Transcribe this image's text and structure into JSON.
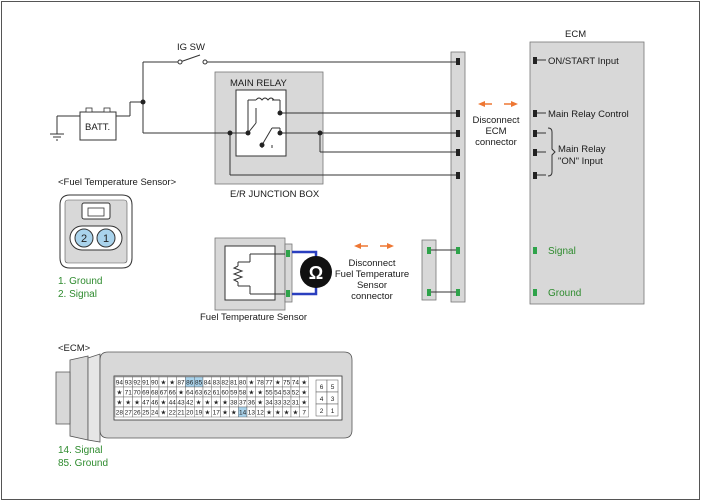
{
  "labels": {
    "ig_sw": "IG SW",
    "batt": "BATT.",
    "main_relay": "MAIN RELAY",
    "er_junction_box": "E/R JUNCTION BOX",
    "ecm_title": "ECM",
    "on_start_input": "ON/START Input",
    "main_relay_control": "Main Relay Control",
    "main_relay_on_input_1": "Main Relay",
    "main_relay_on_input_2": "\"ON\" Input",
    "signal": "Signal",
    "ground": "Ground",
    "disconnect_ecm_1": "Disconnect",
    "disconnect_ecm_2": "ECM",
    "disconnect_ecm_3": "connector",
    "disconnect_fts_1": "Disconnect",
    "disconnect_fts_2": "Fuel Temperature",
    "disconnect_fts_3": "Sensor",
    "disconnect_fts_4": "connector",
    "fuel_temp_sensor": "Fuel Temperature Sensor",
    "fts_connector_title": "<Fuel Temperature Sensor>",
    "fts_pin_2": "2",
    "fts_pin_1": "1",
    "fts_legend_1": "1. Ground",
    "fts_legend_2": "2. Signal",
    "ecm_connector_title": "<ECM>",
    "ecm_legend_1": "14. Signal",
    "ecm_legend_2": "85. Ground",
    "ohm_symbol": "Ω"
  },
  "colors": {
    "line": "#333333",
    "shade": "#d8d8d8",
    "arrow": "#ee7733",
    "wire": "#2a3fbf",
    "green_text": "#2e8b2e",
    "pin_blue": "#a9d3ec",
    "pin_green": "#2ea34a"
  },
  "ecm_pins": {
    "row1": [
      "94",
      "93",
      "92",
      "91",
      "90",
      "★",
      "★",
      "87",
      "86",
      "85",
      "84",
      "83",
      "82",
      "81",
      "80",
      "★",
      "78",
      "77",
      "★",
      "75",
      "74",
      "★"
    ],
    "row2": [
      "★",
      "71",
      "70",
      "69",
      "68",
      "67",
      "66",
      "★",
      "64",
      "63",
      "62",
      "61",
      "60",
      "59",
      "58",
      "★",
      "★",
      "55",
      "54",
      "53",
      "52",
      "★"
    ],
    "row3": [
      "★",
      "★",
      "★",
      "47",
      "46",
      "★",
      "44",
      "43",
      "42",
      "★",
      "★",
      "★",
      "★",
      "38",
      "37",
      "36",
      "★",
      "34",
      "33",
      "32",
      "31",
      "★"
    ],
    "row4": [
      "28",
      "27",
      "26",
      "25",
      "24",
      "★",
      "22",
      "21",
      "20",
      "19",
      "★",
      "17",
      "★",
      "★",
      "14",
      "13",
      "12",
      "★",
      "★",
      "★",
      "★",
      "7"
    ],
    "side": [
      [
        "6",
        "5"
      ],
      [
        "4",
        "3"
      ],
      [
        "2",
        "1"
      ]
    ]
  }
}
